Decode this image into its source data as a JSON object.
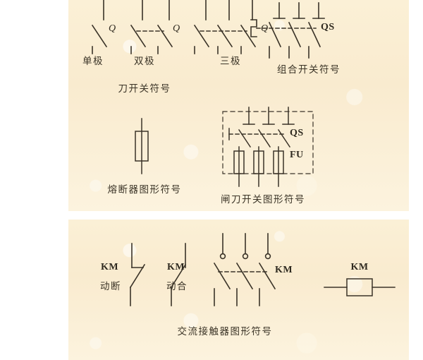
{
  "figure": {
    "title_semantics": "low-voltage electrical graphic symbols chart",
    "background_color": "#ffffff",
    "panel_color": "#faeed2",
    "ink_color": "#3a3328"
  },
  "panels": [
    {
      "name": "top-panel",
      "groups": 4
    },
    {
      "name": "bottom-panel",
      "groups": 3
    }
  ],
  "knife_switch": {
    "caption": "刀开关符号",
    "poles": [
      {
        "label": "单极",
        "tag": "Q",
        "pole_count": 1
      },
      {
        "label": "双极",
        "tag": "Q",
        "pole_count": 2
      },
      {
        "label": "三极",
        "tag": "Q",
        "pole_count": 3
      }
    ]
  },
  "combination_switch": {
    "caption": "组合开关符号",
    "tag": "QS",
    "pole_count": 3
  },
  "fuse": {
    "caption": "熔断器图形符号"
  },
  "knife_blade_switch": {
    "caption": "闸刀开关图形符号",
    "tag_switch": "QS",
    "tag_fuse": "FU",
    "pole_count": 3,
    "dashed_enclosure": true
  },
  "ac_contactor": {
    "caption": "交流接触器图形符号",
    "contacts": [
      {
        "tag": "KM",
        "label": "动断",
        "type": "normally-closed"
      },
      {
        "tag": "KM",
        "label": "动合",
        "type": "normally-open"
      }
    ],
    "main_contacts": {
      "tag": "KM",
      "pole_count": 3
    },
    "coil": {
      "tag": "KM"
    }
  }
}
